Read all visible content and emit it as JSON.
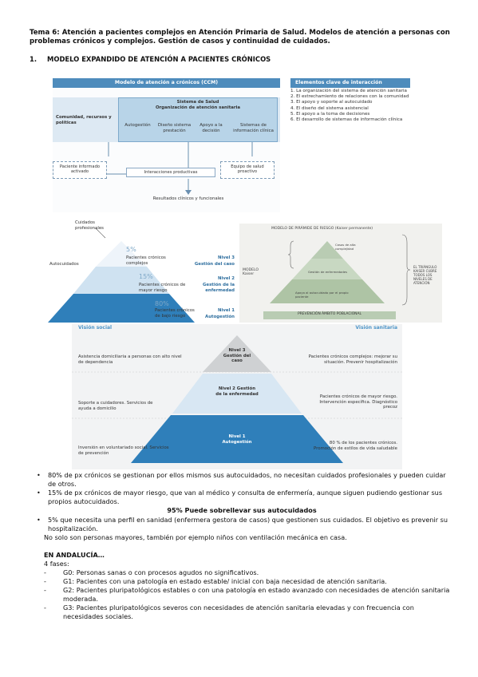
{
  "doc": {
    "title": "Tema 6: Atención a pacientes complejos en Atención Primaria de Salud. Modelos de atención a personas con problemas crónicos y complejos. Gestión de casos y continuidad de cuidados.",
    "section_num": "1.",
    "section_title": "MODELO EXPANDIDO DE ATENCIÓN A PACIENTES CRÓNICOS"
  },
  "ccm": {
    "header": "Modelo de atención a crónicos (CCM)",
    "community": "Comunidad, recursos y políticas",
    "health_system": "Sistema de Salud",
    "org": "Organización de atención sanitaria",
    "items": [
      "Autogestión",
      "Diseño sistema prestación",
      "Apoyo a la decisión",
      "Sistemas de información clínica"
    ],
    "patient": "Paciente informado activado",
    "interactions": "Interacciones productivas",
    "team": "Equipo de salud proactivo",
    "results": "Resultados clínicos y funcionales"
  },
  "key_elements": {
    "header": "Elementos clave de interacción",
    "items": [
      "1. La organización del sistema de atención sanitaria",
      "2. El estrechamiento de relaciones con la comunidad",
      "3. El apoyo y soporte al autocuidado",
      "4. El diseño del sistema asistencial",
      "5. El apoyo a la toma de decisiones",
      "6. El desarrollo de sistemas de información clínica"
    ]
  },
  "pyramid1": {
    "top_label": "Cuidados profesionales",
    "left_label": "Autocuidados",
    "levels": [
      {
        "pct": "5%",
        "desc": "Pacientes crónicos complejos",
        "level": "Nivel 3",
        "name": "Gestión del caso"
      },
      {
        "pct": "15%",
        "desc": "Pacientes crónicos de mayor riesgo",
        "level": "Nivel 2",
        "name": "Gestión de la enfermedad"
      },
      {
        "pct": "80%",
        "desc": "Pacientes crónicos de bajo riesgo",
        "level": "Nivel 1",
        "name": "Autogestión"
      }
    ]
  },
  "pyramid2": {
    "title": "MODELO DE PIRÁMIDE DE RIESGO (Kaiser permanente)",
    "left": "MODELO Kaiser",
    "right": "EL TRIÁNGULO KAISER CUBRE TODOS LOS NIVELES DE ATENCIÓN",
    "base": "PREVENCIÓN ÁMBITO POBLACIONAL",
    "l1": "Casos de alta complejidad",
    "l2": "Gestión de enfermedades",
    "l3": "Apoyo al autocuidado por el propio paciente"
  },
  "pyramid3": {
    "social": "Visión social",
    "health": "Visión sanitaria",
    "rows": [
      {
        "left": "Asistencia domiciliaria a personas con alto nivel de dependencia",
        "level": "Nivel 3 Gestión del caso",
        "right": "Pacientes crónicos complejos: mejorar su situación. Prevenir hospitalización"
      },
      {
        "left": "Soporte a cuidadores. Servicios de ayuda a domicilio",
        "level": "Nivel 2 Gestión de la enfermedad",
        "right": "Pacientes crónicos de mayor riesgo. Intervención específica. Diagnóstico precoz"
      },
      {
        "left": "Inversión en voluntariado social. Servicios de prevención",
        "level": "Nivel 1 Autogestión",
        "right": "80 % de los pacientes crónicos. Promoción de estilos de vida saludable"
      }
    ]
  },
  "bullets": {
    "b1": "80% de px crónicos se gestionan por ellos mismos sus autocuidados, no necesitan cuidados profesionales y pueden cuidar de otros.",
    "b2": "15% de px crónicos de mayor riesgo, que van al médico y consulta de enfermería, aunque siguen pudiendo gestionar sus propios autocuidados.",
    "highlight": "95% Puede sobrellevar sus autocuidados",
    "b3": "5% que necesita una perfil en sanidad (enfermera gestora de casos) que gestionen sus cuidados. El objetivo es prevenir su hospitalización.",
    "note": "No solo son personas mayores, también por ejemplo niños con ventilación mecánica en casa."
  },
  "andalucia": {
    "heading": "EN ANDALUCÍA…",
    "phases": "4 fases:",
    "items": [
      "G0: Personas sanas o con procesos agudos no significativos.",
      "G1: Pacientes con una patología en estado estable/ inicial con baja necesidad de atención sanitaria.",
      "G2: Pacientes pluripatológicos estables o con una patología en estado avanzado con necesidades de atención sanitaria moderada.",
      "G3: Pacientes pluripatológicos severos con necesidades de atención sanitaria elevadas y con frecuencia con necesidades sociales."
    ]
  }
}
